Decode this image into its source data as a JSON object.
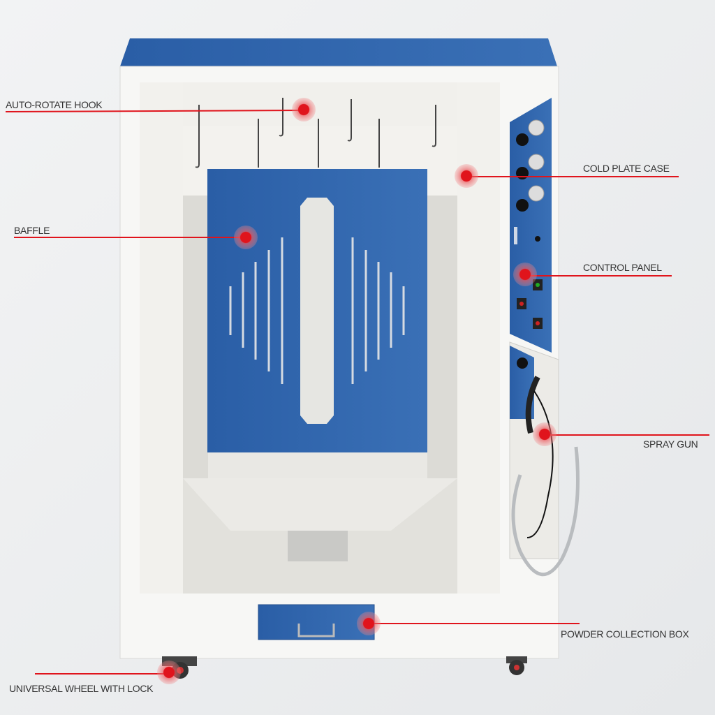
{
  "title": "Powder coating booth components",
  "accent_color": "#e0141c",
  "blue_color": "#2f63a8",
  "callouts": {
    "hook": "AUTO-ROTATE HOOK",
    "cold_plate": "COLD PLATE CASE",
    "baffle": "BAFFLE",
    "control_panel": "CONTROL PANEL",
    "spray_gun": "SPRAY GUN",
    "powder_box": "POWDER COLLECTION BOX",
    "wheel": "UNIVERSAL WHEEL WITH LOCK"
  }
}
